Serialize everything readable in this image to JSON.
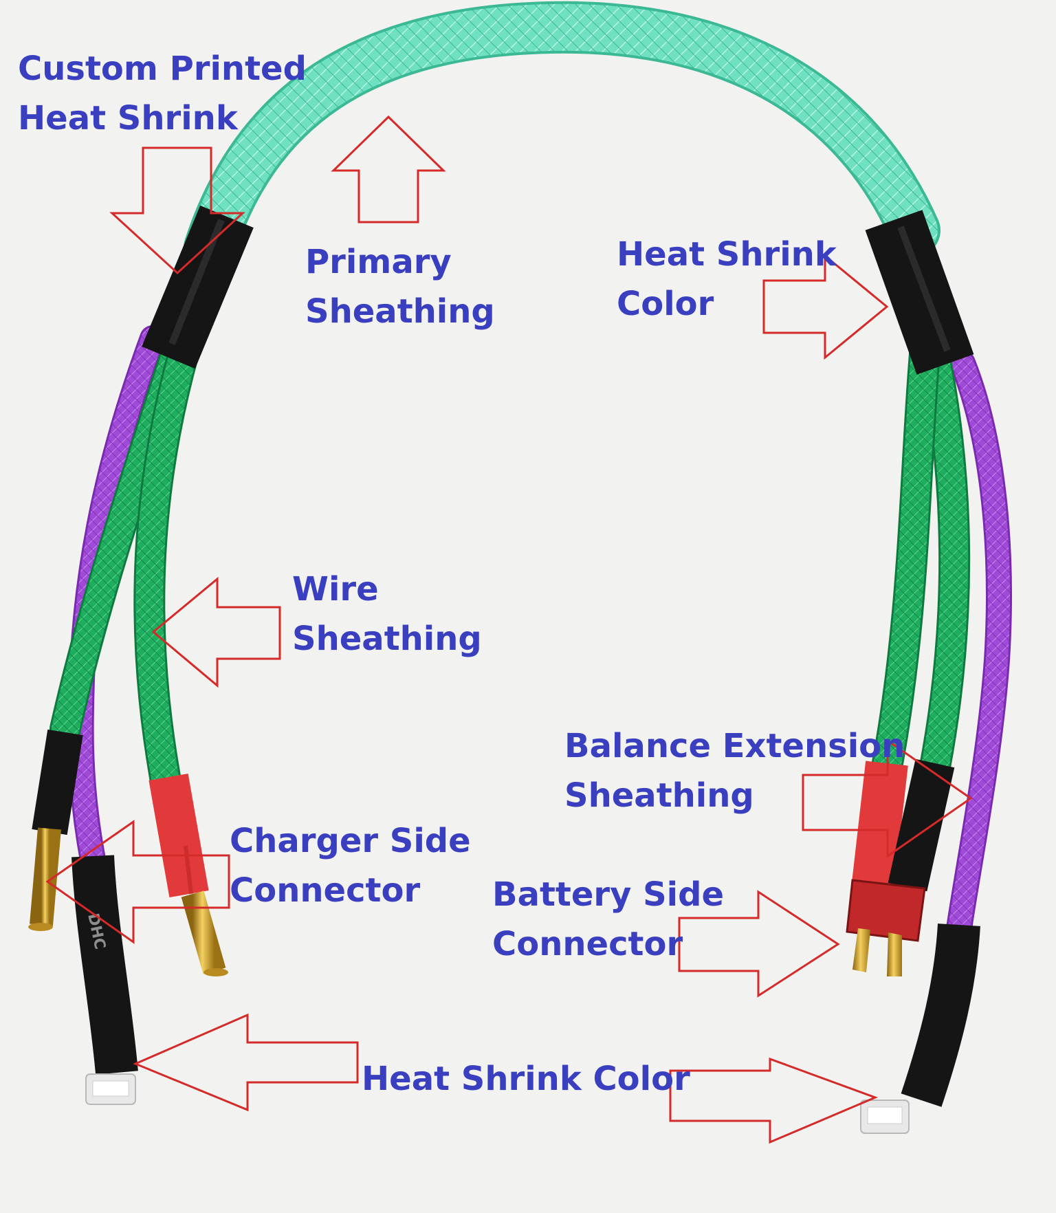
{
  "colors": {
    "background": "#f2f2f0",
    "label_text": "#3a3fc0",
    "arrow_outline": "#d42a2a",
    "primary_sheathing": "#6fe0c0",
    "wire_sheathing": "#1fae60",
    "balance_sheathing": "#a04ad8",
    "heat_shrink_black": "#151515",
    "heat_shrink_red": "#e23a3a",
    "gold_connector": "#d9a628",
    "deans_connector": "#c0282a"
  },
  "labels": {
    "custom_printed": {
      "line1": "Custom Printed",
      "line2": "Heat Shrink"
    },
    "primary_sheathing": {
      "line1": "Primary",
      "line2": "Sheathing"
    },
    "heat_shrink_color_top": {
      "line1": "Heat Shrink",
      "line2": "Color"
    },
    "wire_sheathing": {
      "line1": "Wire",
      "line2": "Sheathing"
    },
    "balance_extension": {
      "line1": "Balance Extension",
      "line2": "Sheathing"
    },
    "charger_side": {
      "line1": "Charger Side",
      "line2": "Connector"
    },
    "battery_side": {
      "line1": "Battery Side",
      "line2": "Connector"
    },
    "heat_shrink_color_bottom": {
      "line1": "Heat Shrink Color"
    }
  }
}
